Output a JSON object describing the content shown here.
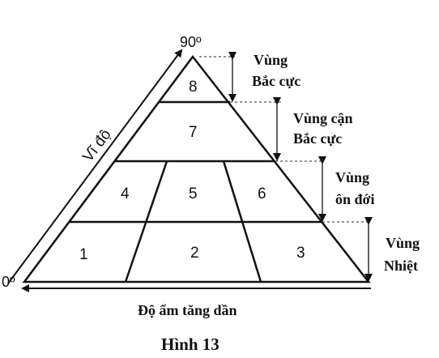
{
  "diagram": {
    "top_degree": "90º",
    "bottom_degree": "0º",
    "y_axis_label": "Vĩ độ",
    "x_axis_label": "Độ ẩm tăng dần",
    "cells": [
      "1",
      "2",
      "3",
      "4",
      "5",
      "6",
      "7",
      "8"
    ],
    "zones": [
      {
        "line1": "Vùng",
        "line2": "Bắc cực"
      },
      {
        "line1": "Vùng cận",
        "line2": "Bắc cực"
      },
      {
        "line1": "Vùng",
        "line2": "ôn đới"
      },
      {
        "line1": "Vùng",
        "line2": "Nhiệt"
      }
    ],
    "caption": "Hình 13"
  }
}
